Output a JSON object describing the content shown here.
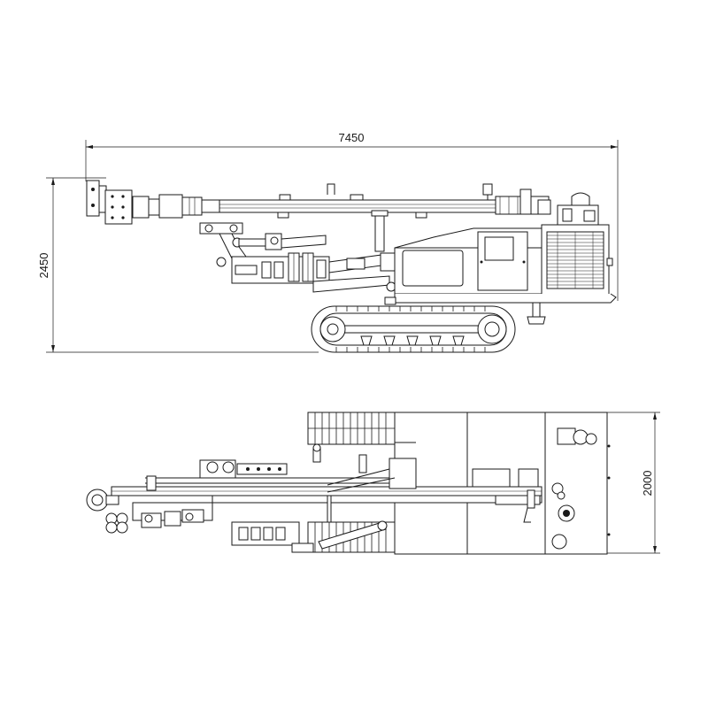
{
  "dimensions": {
    "overall_length": "7450",
    "side_height": "2450",
    "top_width": "2000"
  },
  "colors": {
    "line": "#1a1a1a",
    "background": "#ffffff"
  }
}
